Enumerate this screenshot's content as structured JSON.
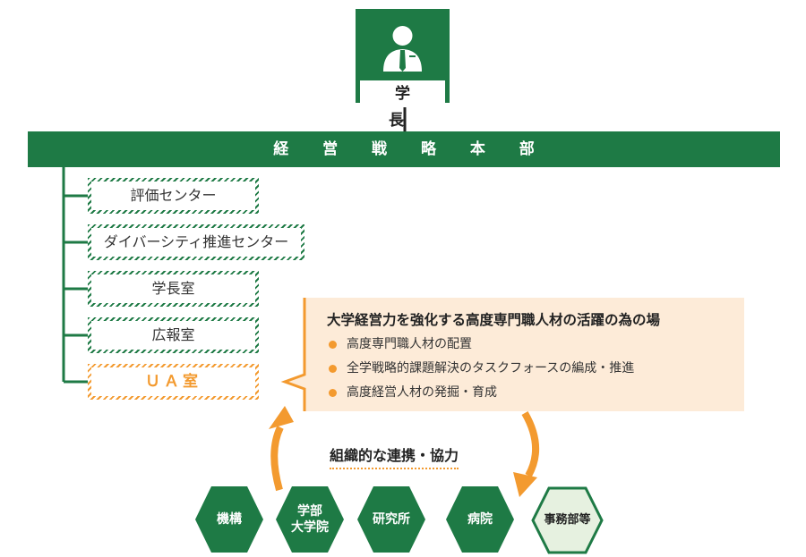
{
  "president": {
    "label": "学 長",
    "icon": "president-person-icon"
  },
  "hq": {
    "label": "経 営 戦 略 本 部"
  },
  "units": [
    {
      "label": "評価センター"
    },
    {
      "label": "ダイバーシティ推進センター"
    },
    {
      "label": "学長室"
    },
    {
      "label": "広報室"
    },
    {
      "label": "ＵＡ室"
    }
  ],
  "callout": {
    "title": "大学経営力を強化する高度専門職人材の活躍の為の場",
    "items": [
      "高度専門職人材の配置",
      "全学戦略的課題解決のタスクフォースの編成・推進",
      "高度経営人材の発掘・育成"
    ]
  },
  "cooperation": {
    "label": "組織的な連携・協力"
  },
  "organizations": [
    {
      "label": "機構"
    },
    {
      "label": "学部\n大学院"
    },
    {
      "label": "研究所"
    },
    {
      "label": "病院"
    },
    {
      "label": "事務部等"
    }
  ],
  "colors": {
    "green": "#1e7a45",
    "orange": "#f39a2f",
    "callout_bg": "#fdebd8",
    "office_bg": "#e6f1e0"
  }
}
